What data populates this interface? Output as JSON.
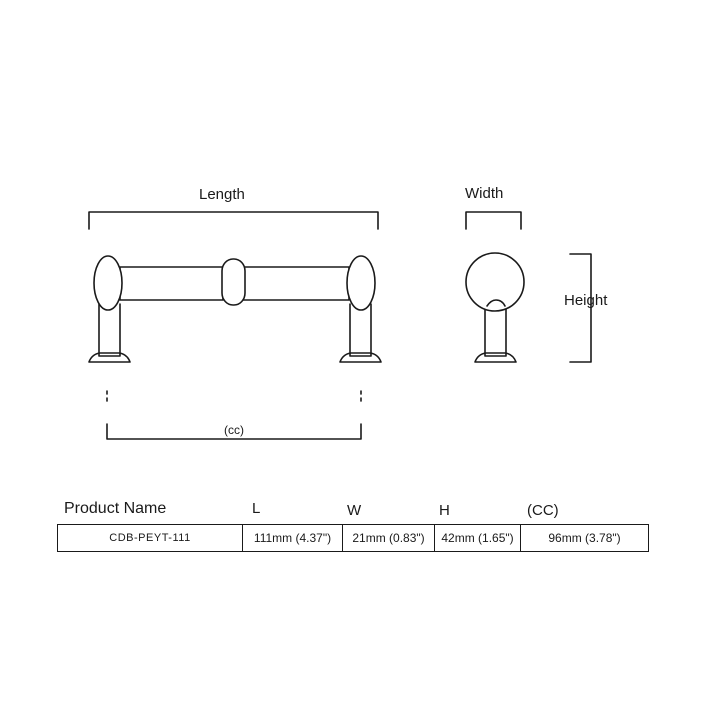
{
  "labels": {
    "length": "Length",
    "width": "Width",
    "height": "Height",
    "cc": "(cc)"
  },
  "table": {
    "headers": {
      "product_name": "Product Name",
      "l": "L",
      "w": "W",
      "h": "H",
      "cc": "(CC)"
    },
    "row": {
      "product_name": "CDB-PEYT-111",
      "l": "111mm (4.37\")",
      "w": "21mm (0.83\")",
      "h": "42mm (1.65\")",
      "cc": "96mm (3.78\")"
    }
  },
  "colors": {
    "line": "#1a1a1a",
    "background": "#ffffff"
  }
}
